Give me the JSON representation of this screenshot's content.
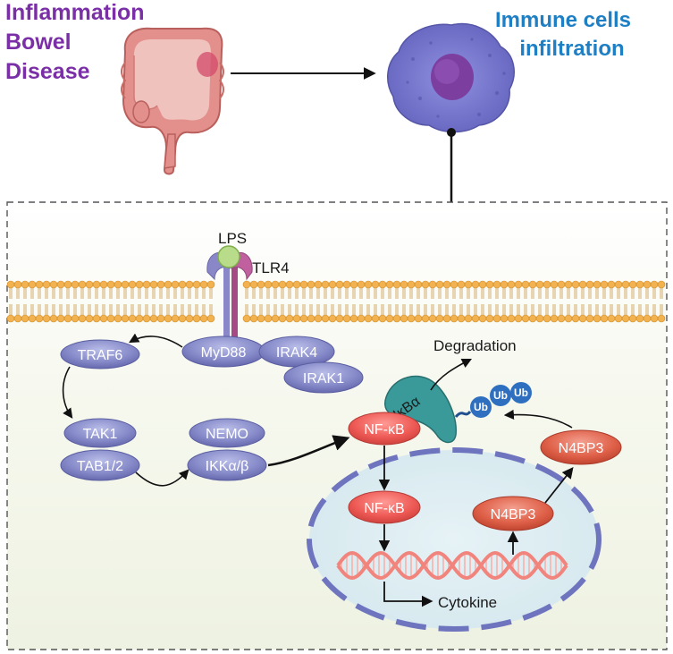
{
  "titles": {
    "ibd": [
      "Inflammation",
      "Bowel",
      "Disease"
    ],
    "immune": [
      "Immune cells",
      "infiltration"
    ]
  },
  "labels": {
    "lps": "LPS",
    "tlr4": "TLR4",
    "degradation": "Degradation",
    "cytokine": "Cytokine",
    "ikba": "IκBα"
  },
  "proteins": {
    "traf6": "TRAF6",
    "myd88": "MyD88",
    "irak4": "IRAK4",
    "irak1": "IRAK1",
    "tak1": "TAK1",
    "tab12": "TAB1/2",
    "nemo": "NEMO",
    "ikk": "IKKα/β",
    "nfkb_cyto": "NF-κB",
    "nfkb_nuc": "NF-κB",
    "n4bp3_nuc": "N4BP3",
    "n4bp3_cyto": "N4BP3"
  },
  "ubiquitin": [
    "Ub",
    "Ub",
    "Ub"
  ],
  "colors": {
    "ibd_title": "#7b2fa6",
    "immune_title": "#1f7fc4",
    "protein_blue": "#7a7fc0",
    "protein_red": "#d9553f",
    "nfkb_red": "#e8564f",
    "ikba_teal": "#3a9a9a",
    "ub_blue": "#2f6fbf",
    "membrane_head": "#f2b24f",
    "nucleus_border": "#6f74bf",
    "dna": "#f1847d"
  }
}
